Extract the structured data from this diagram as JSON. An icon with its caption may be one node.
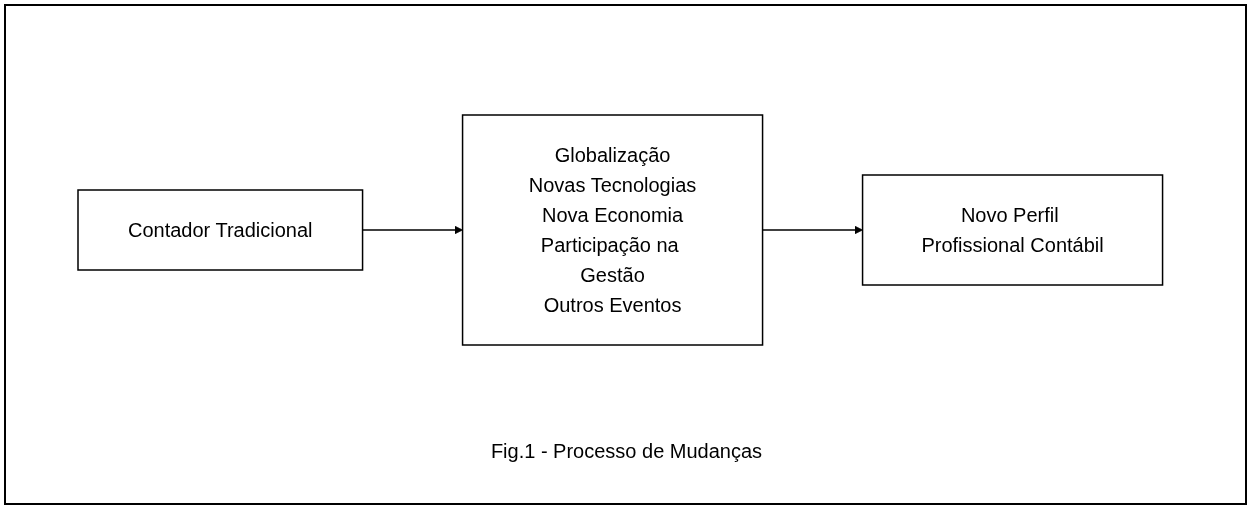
{
  "diagram": {
    "caption": "Fig.1 - Processo de Mudanças",
    "nodes": [
      {
        "text": [
          "Contador Tradicional"
        ]
      },
      {
        "text": [
          "Globalização",
          "Novas Tecnologias",
          "Nova Economia",
          "Participação na Gestão",
          "Outros Eventos"
        ]
      },
      {
        "text": [
          "Novo Perfil Profissional Contábil"
        ]
      }
    ],
    "edges": [
      {
        "from": 0,
        "to": 1,
        "arrow": "to"
      },
      {
        "from": 1,
        "to": 2,
        "arrow": "to"
      }
    ]
  }
}
